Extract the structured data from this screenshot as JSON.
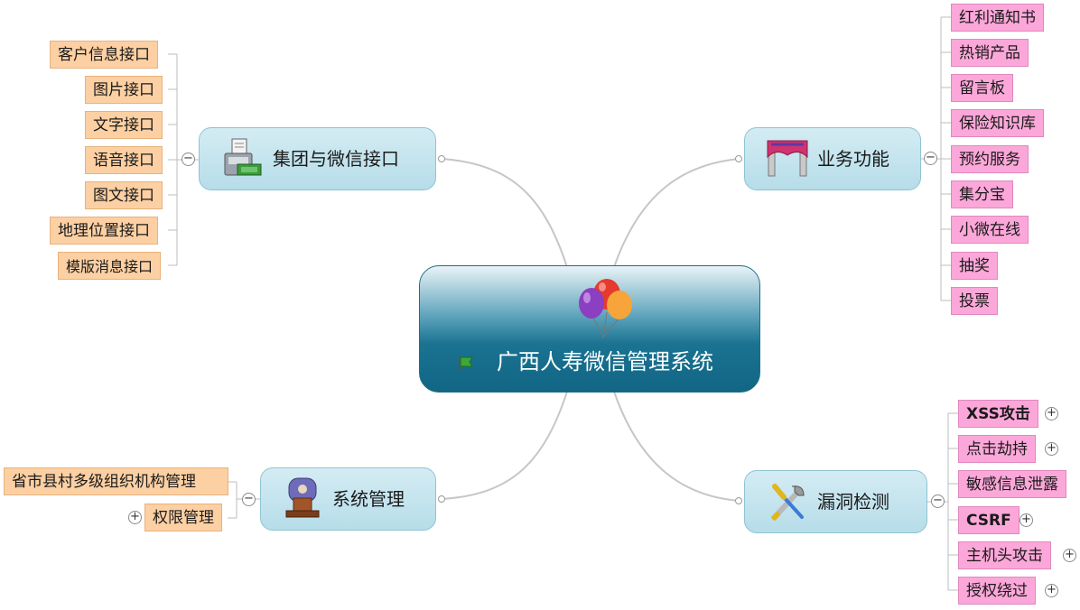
{
  "root": {
    "title": "广西人寿微信管理系统"
  },
  "branches": {
    "wechat_interface": {
      "label": "集团与微信接口",
      "children": [
        "客户信息接口",
        "图片接口",
        "文字接口",
        "语音接口",
        "图文接口",
        "地理位置接口",
        "模版消息接口"
      ]
    },
    "business": {
      "label": "业务功能",
      "children": [
        "红利通知书",
        "热销产品",
        "留言板",
        "保险知识库",
        "预约服务",
        "集分宝",
        "小微在线",
        "抽奖",
        "投票"
      ]
    },
    "system": {
      "label": "系统管理",
      "children": [
        "省市县村多级组织机构管理",
        "权限管理"
      ]
    },
    "vuln": {
      "label": "漏洞检测",
      "children": [
        "XSS攻击",
        "点击劫持",
        "敏感信息泄露",
        "CSRF",
        "主机头攻击",
        "授权绕过"
      ]
    }
  },
  "toggles": {
    "collapse": "−",
    "expand": "+"
  },
  "icons": {
    "root": "balloons-icon",
    "root_flag": "green-flag-icon",
    "wechat_interface": "cash-register-icon",
    "business": "gateway-arch-icon",
    "system": "podium-icon",
    "vuln": "tools-icon"
  },
  "colors": {
    "root_dark": "#116684",
    "branch_fill": "#b6dde9",
    "leaf_orange": "#fcd0a3",
    "leaf_pink": "#fca7d9",
    "link": "#c8c8c8"
  }
}
